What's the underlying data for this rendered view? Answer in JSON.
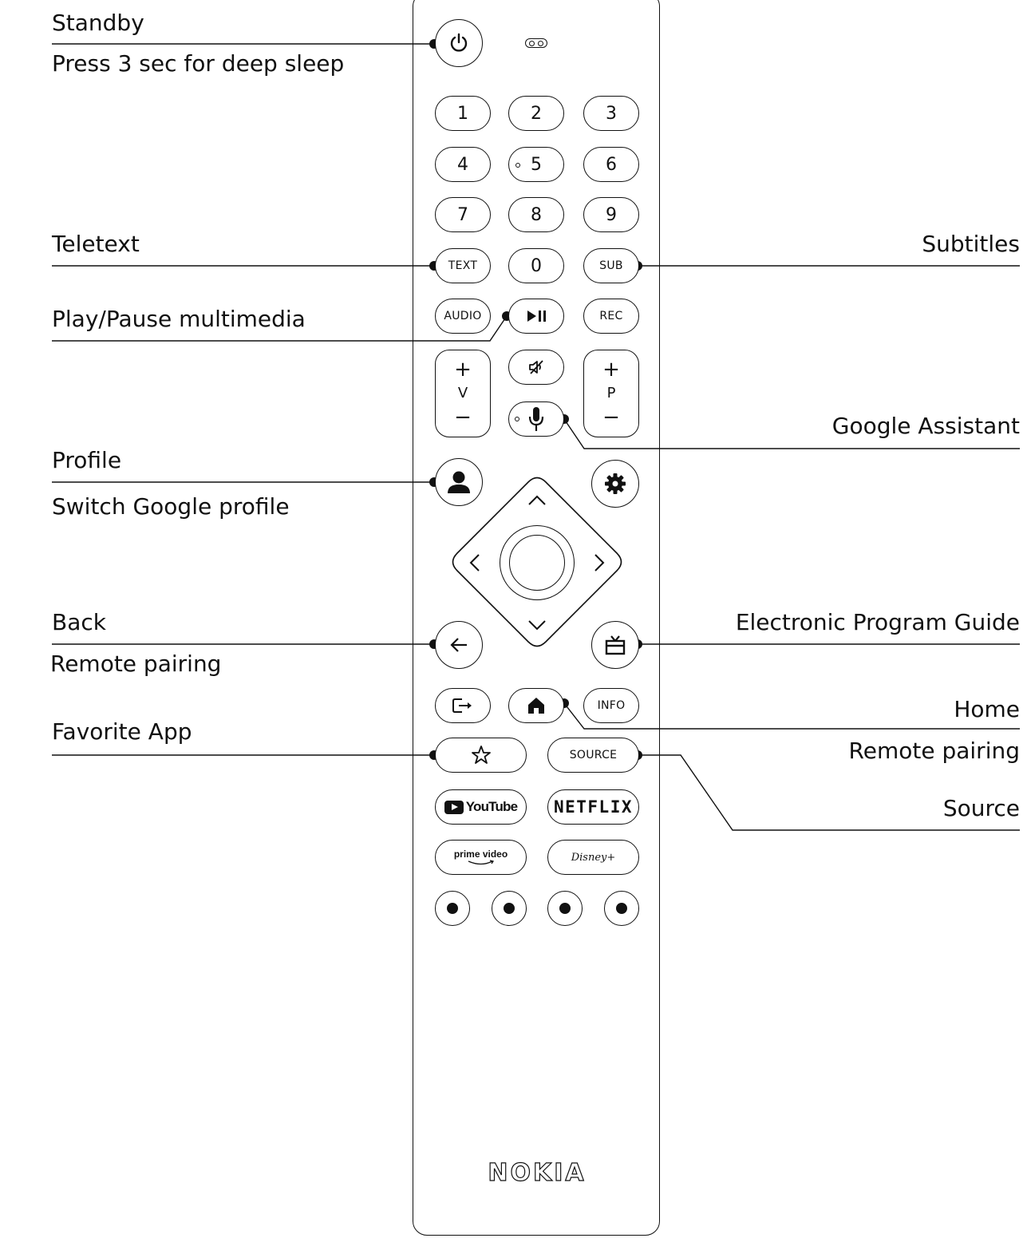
{
  "labels_left": {
    "standby": "Standby",
    "deep_sleep": "Press 3 sec for deep sleep",
    "teletext": "Teletext",
    "play_pause": "Play/Pause multimedia",
    "profile": "Profile",
    "switch_profile": "Switch Google profile",
    "back": "Back",
    "remote_pairing": "Remote pairing",
    "favorite_app": "Favorite App"
  },
  "labels_right": {
    "subtitles": "Subtitles",
    "google_assistant": "Google Assistant",
    "epg": "Electronic Program Guide",
    "home": "Home",
    "remote_pairing": "Remote pairing",
    "source": "Source"
  },
  "keys": {
    "numbers": [
      "1",
      "2",
      "3",
      "4",
      "5",
      "6",
      "7",
      "8",
      "9"
    ],
    "zero": "0",
    "text": "TEXT",
    "sub": "SUB",
    "audio": "AUDIO",
    "rec": "REC",
    "vol_plus": "+",
    "vol_label": "V",
    "vol_minus": "−",
    "prog_plus": "+",
    "prog_label": "P",
    "prog_minus": "−",
    "info": "INFO",
    "source": "SOURCE",
    "youtube": "YouTube",
    "netflix": "NETFLIX",
    "prime": "prime video",
    "disney": "Disney+"
  },
  "brand": "NOKIA",
  "icons": [
    "power-icon",
    "ir-window-icon",
    "play-pause-icon",
    "mute-icon",
    "microphone-icon",
    "user-icon",
    "gear-icon",
    "arrow-up-icon",
    "arrow-down-icon",
    "arrow-left-icon",
    "arrow-right-icon",
    "back-arrow-icon",
    "tv-guide-icon",
    "exit-icon",
    "home-icon",
    "star-icon"
  ]
}
